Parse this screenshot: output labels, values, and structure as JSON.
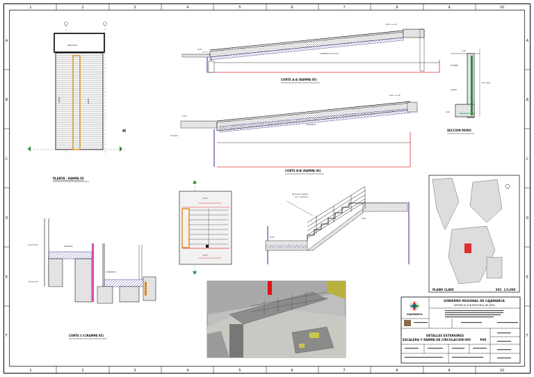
{
  "border": {
    "columns": [
      "1",
      "2",
      "3",
      "4",
      "5",
      "6",
      "7",
      "8",
      "9",
      "10"
    ],
    "rows": [
      "A",
      "B",
      "C",
      "D",
      "E",
      "F"
    ]
  },
  "views": {
    "planta": {
      "title": "PLANTA - RAMPA 05",
      "marker_letter": "H"
    },
    "corte_a": {
      "title": "CORTE A-A (RAMPA 05)"
    },
    "corte_b": {
      "title": "CORTE B-B (RAMPA 05)"
    },
    "corte_c": {
      "title": "CORTE C-C(RAMPA 05)"
    },
    "seccion_muro": {
      "title": "SECCION MURO"
    },
    "baranda": {
      "note_line1": "Barandal metalico",
      "note_line2": "de 2\" diametro"
    },
    "plano_clave": {
      "title": "PLANO CLAVE",
      "scale": "ESC. 1/2,000"
    }
  },
  "title_block": {
    "government": "GOBIERNO REGIONAL DE CAJAMARCA",
    "office": "GERENCIA SUB REGIONAL DE JAEN",
    "logo_text": "CAJAMARCA",
    "sheet_title_1": "DETALLES EXTERIORES",
    "sheet_title_2": "ESCALERA Y RAMPA DE CIRCULACION 005",
    "sheet_code": "P05"
  }
}
